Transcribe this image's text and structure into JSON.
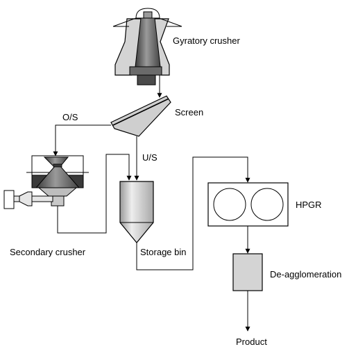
{
  "diagram": {
    "labels": {
      "gyratory_crusher": "Gyratory crusher",
      "screen": "Screen",
      "oversize": "O/S",
      "undersize": "U/S",
      "secondary_crusher": "Secondary crusher",
      "storage_bin": "Storage bin",
      "hpgr": "HPGR",
      "de_agglomeration": "De-agglomeration",
      "product": "Product"
    },
    "colors": {
      "line": "#000000",
      "equipment_fill": "#c8c8c8",
      "dark_fill": "#3a3a3a",
      "light_fill": "#e6e6e6"
    }
  }
}
